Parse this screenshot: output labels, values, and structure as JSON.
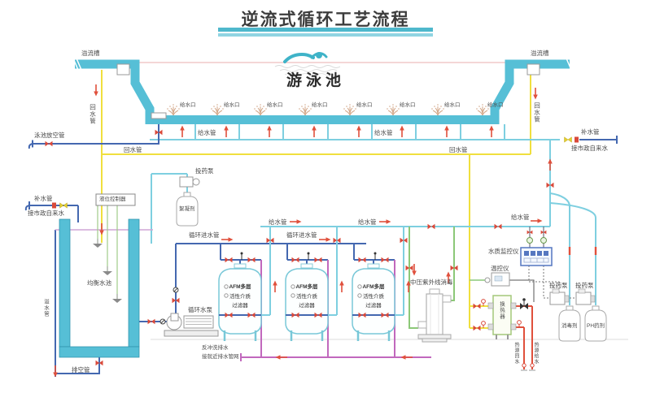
{
  "title": "逆流式循环工艺流程",
  "pool": {
    "name": "游泳池",
    "overflow_trough": "溢流槽",
    "supply_outlet": "给水口",
    "supply_pipe": "给水管",
    "return_pipe": "回水管",
    "drain_pipe": "泳池放空管"
  },
  "makeup": {
    "pipe": "补水管",
    "source": "接市政自来水"
  },
  "tank": {
    "name": "均衡水池",
    "level_controller": "液位控制器",
    "overflow_pipe": "溢水管",
    "empty_pipe": "排空管"
  },
  "dosing": {
    "pump": "投药泵",
    "flocculant": "絮凝剂",
    "disinfectant": "消毒剂",
    "ph_agent": "PH药剂"
  },
  "circulation": {
    "inlet_pipe": "循环进水管",
    "pump": "循环水泵"
  },
  "filter": {
    "line1": "AFM多层",
    "line2": "活性介质",
    "line3": "过滤器"
  },
  "backwash": {
    "line1": "反冲洗排水",
    "line2": "接就近排水管网"
  },
  "uv": {
    "label": "中压紫外线消毒"
  },
  "monitor": {
    "water_quality": "水质监控仪",
    "temperature": "温控仪"
  },
  "heat": {
    "exchanger": "换热器",
    "source_return": "热源回水",
    "source_supply": "热源给水"
  },
  "colors": {
    "pool": "#56bfd6",
    "supply": "#7ecfe0",
    "return": "#f0df3e",
    "drain": "#4468b0",
    "backwash": "#c168bd",
    "uv_loop": "#8cc878",
    "alert": "#e0503c"
  }
}
